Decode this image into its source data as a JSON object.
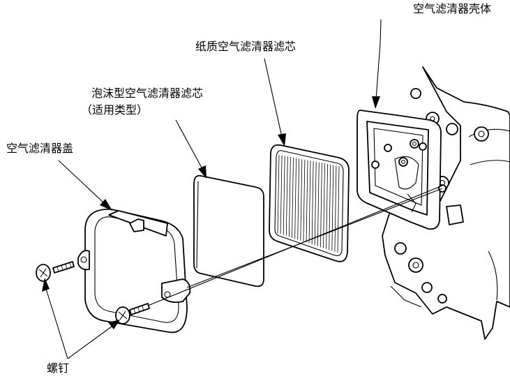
{
  "diagram": {
    "labels": {
      "housing": "空气滤清器壳体",
      "paper_element": "纸质空气滤清器滤芯",
      "foam_element": "泡沫型空气滤清器滤芯",
      "foam_note": "（适用类型）",
      "cover": "空气滤清器盖",
      "screws": "螺钉"
    }
  }
}
